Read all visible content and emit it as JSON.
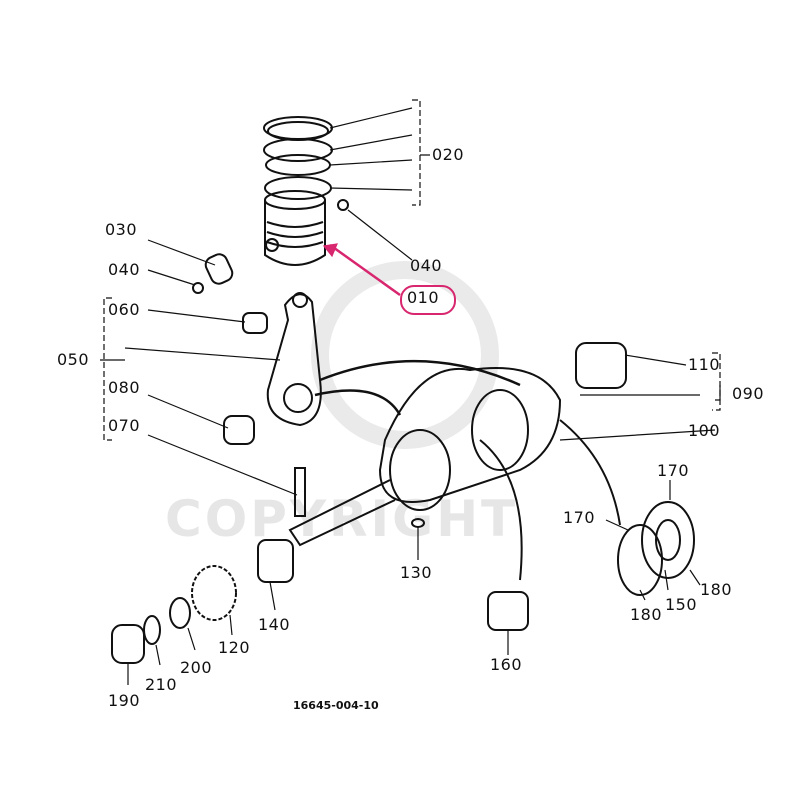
{
  "watermark": "COPYRIGHT",
  "highlight_color": "#d8266f",
  "drawing_code": "16645-004-10",
  "labels": {
    "p020": "020",
    "p030": "030",
    "p040a": "040",
    "p040b": "040",
    "p010": "010",
    "p060": "060",
    "p050": "050",
    "p080": "080",
    "p070": "070",
    "p110": "110",
    "p090": "090",
    "p100": "100",
    "p170a": "170",
    "p170b": "170",
    "p130": "130",
    "p180a": "180",
    "p150": "150",
    "p180b": "180",
    "p160": "160",
    "p140": "140",
    "p120": "120",
    "p200": "200",
    "p210": "210",
    "p190": "190"
  }
}
